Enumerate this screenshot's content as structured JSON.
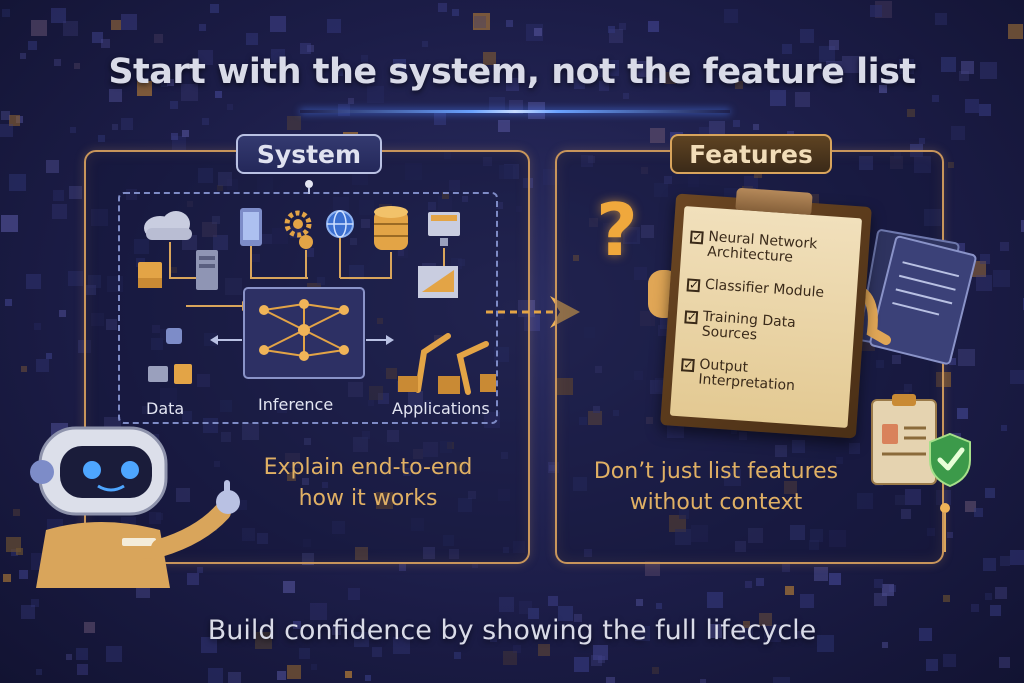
{
  "title": "Start with the system, not the feature list",
  "system_panel": {
    "header": "System",
    "stages": [
      "Data",
      "Inference",
      "Applications"
    ],
    "caption_line1": "Explain end-to-end",
    "caption_line2": "how it works"
  },
  "features_panel": {
    "header": "Features",
    "question_mark": "?",
    "items": [
      {
        "line1": "Neural Network",
        "line2": "Architecture"
      },
      {
        "line1": "Classifier Module",
        "line2": ""
      },
      {
        "line1": "Training Data",
        "line2": "Sources"
      },
      {
        "line1": "Output",
        "line2": "Interpretation"
      }
    ],
    "check_glyph": "✓",
    "caption_line1": "Don’t just list features",
    "caption_line2": "without context"
  },
  "bottom_caption": "Build confidence by showing the full lifecycle",
  "icons": [
    "cloud-icon",
    "tablet-icon",
    "gear-icon",
    "globe-icon",
    "database-icon",
    "monitor-icon",
    "neural-network-icon",
    "robot-arm-icon",
    "robot-mascot-icon",
    "shield-check-icon",
    "documents-icon",
    "clipboard-icon"
  ],
  "colors": {
    "accent_gold": "#d9a55b",
    "caption_gold": "#e0b064",
    "background": "#1c1d48",
    "system_border": "#b9c1e3"
  }
}
